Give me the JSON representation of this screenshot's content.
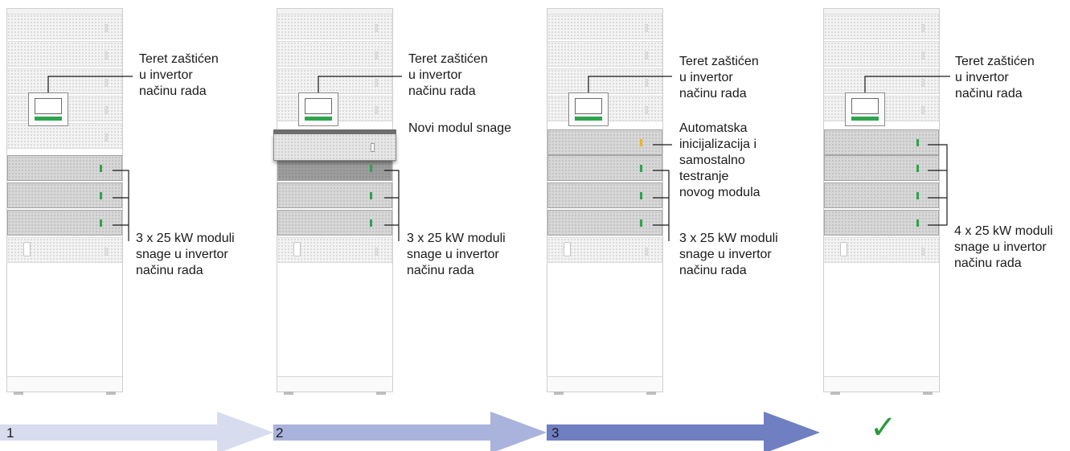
{
  "steps": [
    {
      "number": "1",
      "top_label": "Teret zaštićen\nu invertor\nnačinu rada",
      "bottom_label": "3 x 25 kW moduli\nsnage u invertor\nnačinu rada"
    },
    {
      "number": "2",
      "top_label": "Teret zaštićen\nu invertor\nnačinu rada",
      "new_module_label": "Novi modul snage",
      "bottom_label": "3 x 25 kW moduli\nsnage u invertor\nnačinu rada"
    },
    {
      "number": "3",
      "top_label": "Teret zaštićen\nu invertor\nnačinu rada",
      "middle_label": "Automatska\ninicijalizacija i\nsamostalno\ntestranje\nnovog modula",
      "bottom_label": "3 x 25 kW moduli\nsnage u invertor\nnačinu rada"
    },
    {
      "top_label": "Teret zaštićen\nu invertor\nnačinu rada",
      "bottom_label": "4 x 25 kW moduli\nsnage u invertor\nnačinu rada"
    }
  ],
  "final_mark": "✓",
  "colors": {
    "arrow_1": "#d8dcef",
    "arrow_2": "#a9b3dc",
    "arrow_3": "#6f7fc2",
    "led_ok": "#2ea44f",
    "led_init": "#f0b323",
    "check": "#2a9a3a"
  }
}
